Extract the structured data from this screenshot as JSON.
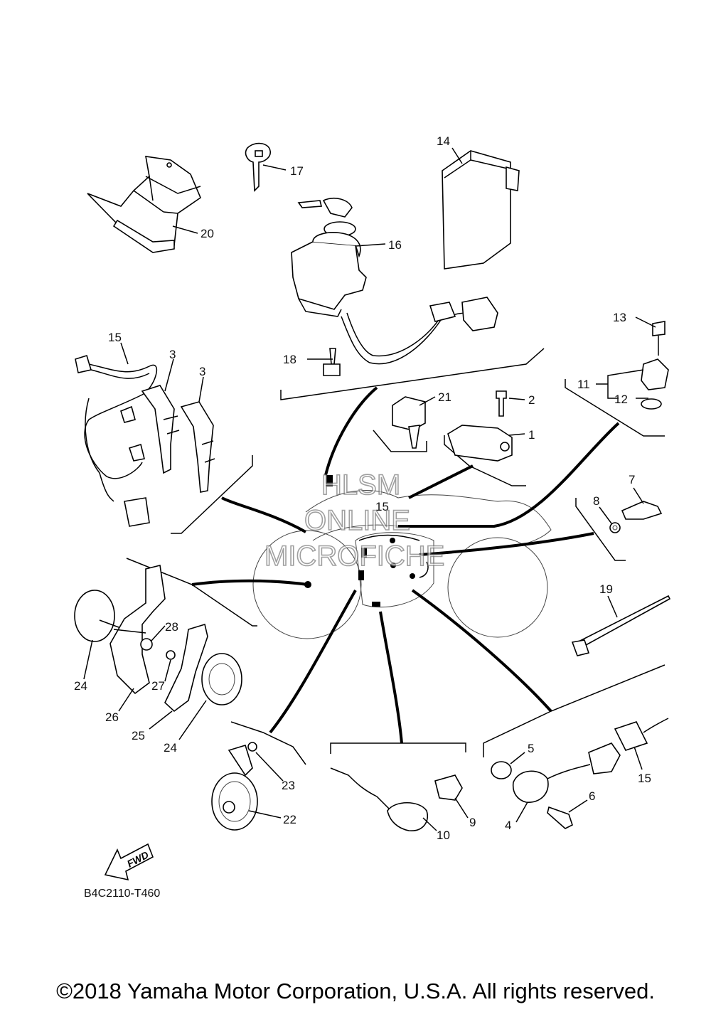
{
  "diagram_code": "B4C2110-T460",
  "fwd_label": "FWD",
  "copyright": "©2018 Yamaha Motor Corporation, U.S.A. All rights reserved.",
  "watermark": {
    "line1": "HLSM",
    "line2": "ONLINE",
    "line3": "MICROFICHE"
  },
  "callouts": [
    {
      "id": "c1",
      "num": "1"
    },
    {
      "id": "c2",
      "num": "2"
    },
    {
      "id": "c3a",
      "num": "3"
    },
    {
      "id": "c3b",
      "num": "3"
    },
    {
      "id": "c4",
      "num": "4"
    },
    {
      "id": "c5",
      "num": "5"
    },
    {
      "id": "c6",
      "num": "6"
    },
    {
      "id": "c7",
      "num": "7"
    },
    {
      "id": "c8",
      "num": "8"
    },
    {
      "id": "c9",
      "num": "9"
    },
    {
      "id": "c10",
      "num": "10"
    },
    {
      "id": "c11",
      "num": "11"
    },
    {
      "id": "c12",
      "num": "12"
    },
    {
      "id": "c13",
      "num": "13"
    },
    {
      "id": "c14",
      "num": "14"
    },
    {
      "id": "c15a",
      "num": "15"
    },
    {
      "id": "c15b",
      "num": "15"
    },
    {
      "id": "c15c",
      "num": "15"
    },
    {
      "id": "c16",
      "num": "16"
    },
    {
      "id": "c17",
      "num": "17"
    },
    {
      "id": "c18",
      "num": "18"
    },
    {
      "id": "c19",
      "num": "19"
    },
    {
      "id": "c20",
      "num": "20"
    },
    {
      "id": "c21",
      "num": "21"
    },
    {
      "id": "c22",
      "num": "22"
    },
    {
      "id": "c23",
      "num": "23"
    },
    {
      "id": "c24a",
      "num": "24"
    },
    {
      "id": "c24b",
      "num": "24"
    },
    {
      "id": "c25",
      "num": "25"
    },
    {
      "id": "c26",
      "num": "26"
    },
    {
      "id": "c27",
      "num": "27"
    },
    {
      "id": "c28",
      "num": "28"
    }
  ]
}
